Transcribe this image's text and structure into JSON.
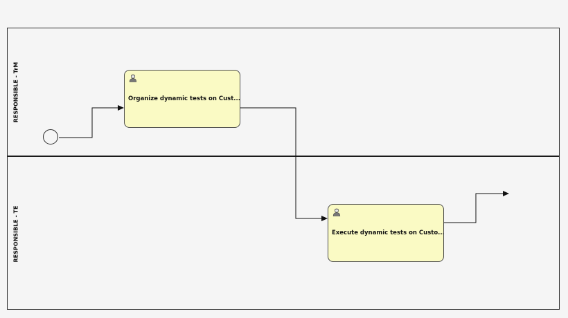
{
  "lanes": [
    {
      "label": "RESPONSIBLE - TrM"
    },
    {
      "label": "RESPONSIBLE - TE"
    }
  ],
  "tasks": [
    {
      "label": "Organize dynamic tests on Cust...",
      "icon": "user-task-icon"
    },
    {
      "label": "Execute dynamic tests on Custo...",
      "icon": "user-task-icon"
    }
  ],
  "colors": {
    "task_fill": "#fafac4",
    "line": "#1a1a1a",
    "background": "#f5f5f5"
  }
}
